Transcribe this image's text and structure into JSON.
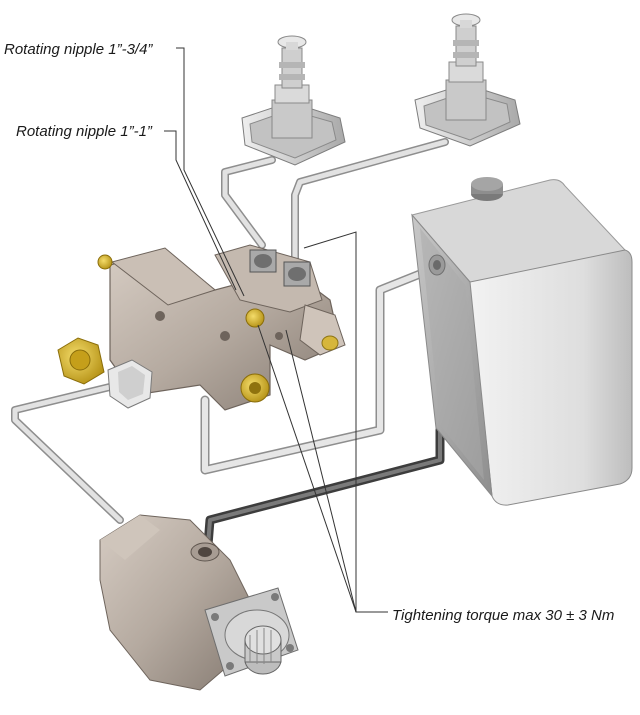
{
  "labels": {
    "nipple_3_4": "Rotating nipple 1”-3/4”",
    "nipple_1_1": "Rotating nipple 1”-1”",
    "torque": "Tightening torque max 30 ± 3 Nm"
  },
  "colors": {
    "metal": "#b9aea4",
    "metal_dark": "#7e736a",
    "brass": "#d8b52a",
    "tank": "#e4e4e4",
    "pipe": "#c8c8c8",
    "leader": "#333333"
  }
}
